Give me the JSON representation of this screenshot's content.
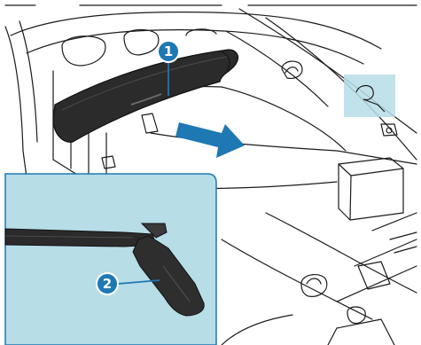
{
  "callouts": [
    {
      "label": "1",
      "target": "roller-blind-cover"
    },
    {
      "label": "2",
      "target": "mounting-pin"
    }
  ],
  "colors": {
    "line_art": "#1b1b1b",
    "highlight_fill": "#b7dde7",
    "callout_blue": "#1e78b4",
    "arrow_blue": "#1e78b4",
    "cover_dark": "#2b2b2b"
  }
}
